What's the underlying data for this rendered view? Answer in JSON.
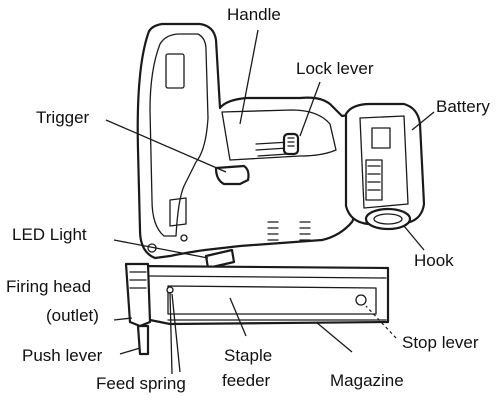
{
  "diagram": {
    "labels": {
      "handle": "Handle",
      "lock_lever": "Lock lever",
      "trigger": "Trigger",
      "battery": "Battery",
      "led_light": "LED Light",
      "hook": "Hook",
      "firing_head_1": "Firing head",
      "firing_head_2": "(outlet)",
      "push_lever": "Push lever",
      "staple_feeder_1": "Staple",
      "staple_feeder_2": "feeder",
      "stop_lever": "Stop lever",
      "magazine": "Magazine",
      "feed_spring": "Feed spring"
    }
  }
}
